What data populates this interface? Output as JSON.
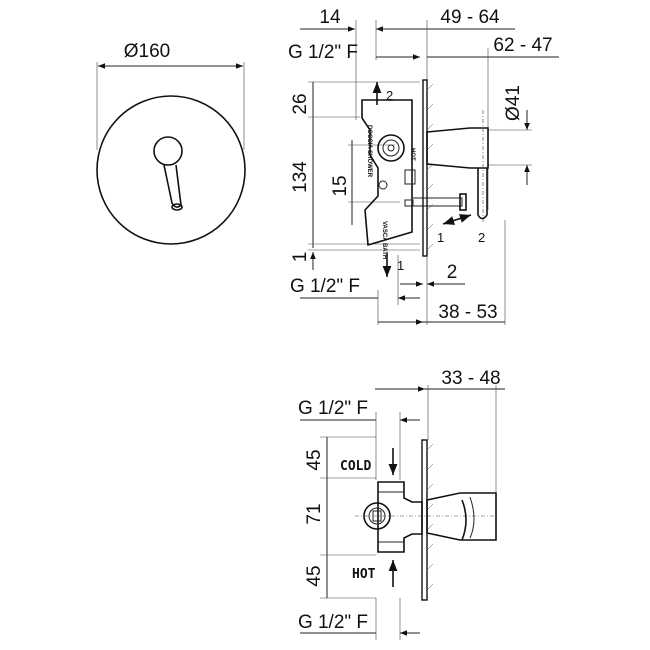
{
  "front_view": {
    "diameter_label": "Ø160"
  },
  "side_view_top": {
    "dim_14": "14",
    "dim_49_64": "49 - 64",
    "dim_62_47": "62 - 47",
    "thread_top": "G 1/2\" F",
    "dim_diam41": "Ø41",
    "dim_26": "26",
    "dim_134": "134",
    "dim_15": "15",
    "dim_1": "1",
    "arrow_2_label": "2",
    "arrow_1_label": "1",
    "rotate_1": "1",
    "rotate_2": "2",
    "dim_2": "2",
    "thread_bottom": "G 1/2\" F",
    "dim_38_53": "38 - 53",
    "body_text_top": "DOCCIA SHOWER",
    "body_text_bottom": "VASCA BATH",
    "hot_mark": "HOT"
  },
  "side_view_bottom": {
    "dim_33_48": "33 - 48",
    "thread_top": "G 1/2\" F",
    "dim_45_top": "45",
    "dim_71": "71",
    "dim_45_bottom": "45",
    "cold_label": "COLD",
    "hot_label": "HOT",
    "thread_bottom": "G 1/2\" F"
  }
}
